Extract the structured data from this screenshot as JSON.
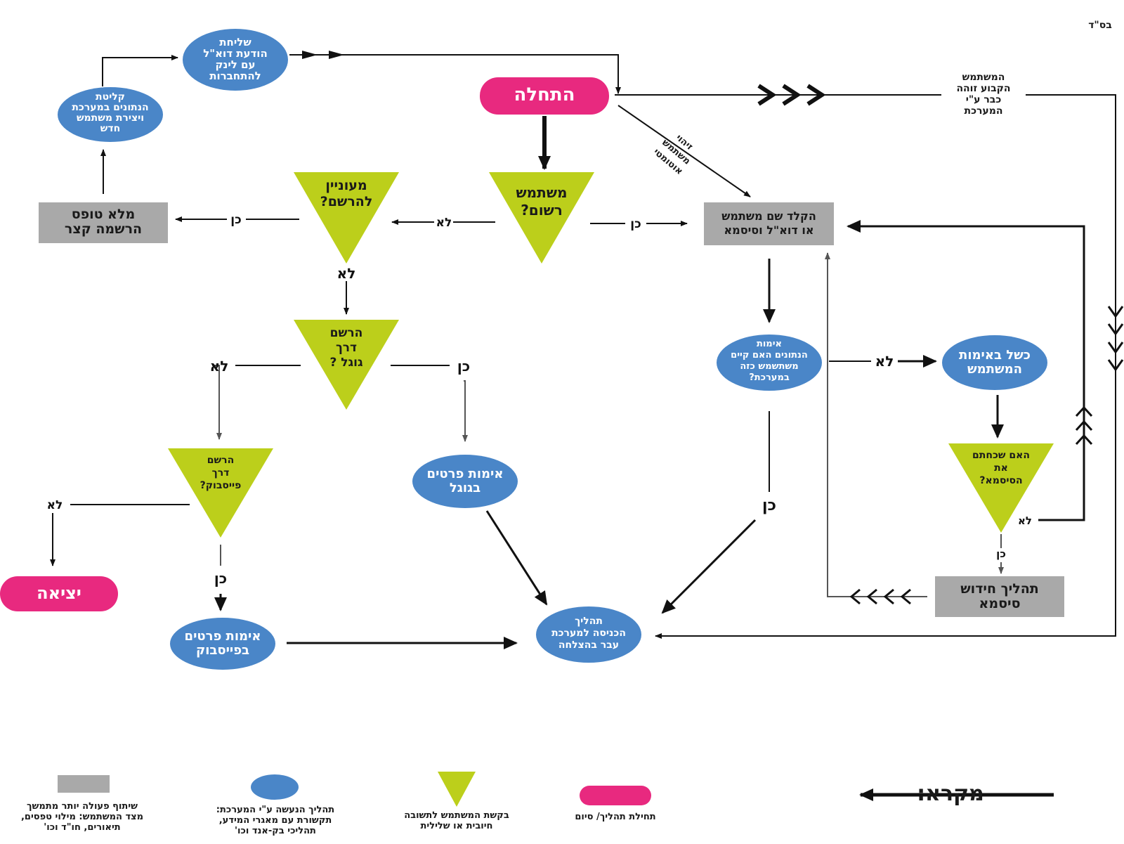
{
  "header_mark": "בס\"ד",
  "colors": {
    "start_end": "#e8297f",
    "process": "#4a86c8",
    "decision": "#bccf1b",
    "user_action": "#a9a9a9",
    "line": "#111111"
  },
  "nodes": {
    "start": "התחלה",
    "exit": "יציאה",
    "send_email": "שליחת\nהודעת דוא\"ל\nעם לינק\nלהתחברות",
    "capture_data": "קליטת\nהנתונים במערכת\nויצירת משתמש\nחדש",
    "fill_form": "מלא טופס\nהרשמה קצר",
    "interested": "מעוניין\nלהרשם?",
    "registered": "משתמש\nרשום?",
    "enter_credentials": "הקלד שם משתמש\nאו דוא\"ל וסיסמא",
    "google_reg": "הרשם\nדרך\nגוגל ?",
    "facebook_reg": "הרשם\nדרך\nפייסבוק?",
    "google_verify": "אימות  פרטים\nבגוגל",
    "facebook_verify": "אימות פרטים\nבפייסבוק",
    "verify_data": "אימות\nהנתונים האם קיים\nמשתשמש כזה\nבמערכת?",
    "verify_fail": "כשל באימות\nהמשתמש",
    "forgot_password": "האם שכחתם\nאת\nהסיסמא?",
    "reset_password": "תהליך חידוש\nסיסמא",
    "login_success": "תהליך\nהכניסה למערכת\nעבר בהצלחה"
  },
  "edge_labels": {
    "auto_identify": "זיהוי\nמשתמש\nאוטומטי",
    "fixed_user": "המשתמש\nהקבוע זוהה\nכבר ע\"י\nהמערכת",
    "reg_yes": "כן",
    "reg_no": "לא",
    "int_yes": "כן",
    "int_no": "לא",
    "google_yes": "כן",
    "google_no": "לא",
    "fb_yes": "כן",
    "fb_no": "לא",
    "verify_yes": "כן",
    "verify_no": "לא",
    "forgot_yes": "כן",
    "forgot_no": "לא"
  },
  "legend": {
    "title": "מקרא:",
    "start_end": "תחילת תהליך/ סיום",
    "decision": "בקשת המשתמש לתשובה\nחיובית או שלילית",
    "process": "תהליך הנעשה ע\"י המערכת:\nתקשורת עם מאגרי המידע,\nתהליכי בק-אנד וכו'",
    "user_action": "שיתוף פעולה יותר מתמשך\nמצד המשתמש: מילוי טפסים,\nתיאורים, חו\"ד וכו'"
  }
}
